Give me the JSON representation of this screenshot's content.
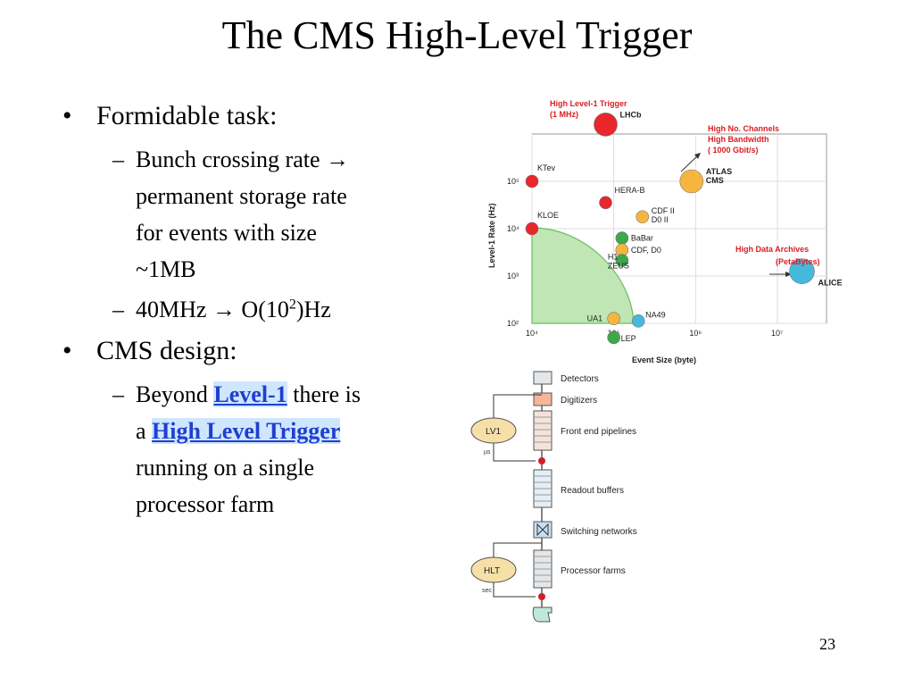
{
  "slide": {
    "title": "The CMS High-Level Trigger",
    "page_number": "23",
    "bullets": [
      {
        "text": "Formidable task:",
        "subs": [
          [
            "Bunch crossing rate →",
            "permanent storage rate",
            "for events with size",
            "~1MB"
          ],
          [
            "40MHz → O(10",
            "2",
            ")Hz"
          ]
        ]
      },
      {
        "text": "CMS design:",
        "subs": [
          [
            "Beyond ",
            "Level-1",
            " there is",
            "a ",
            "High Level Trigger",
            "running on a single",
            "processor farm"
          ]
        ]
      }
    ]
  },
  "chart_data": {
    "type": "scatter",
    "title": "",
    "xlabel": "Event Size (byte)",
    "ylabel": "Level-1  Rate (Hz)",
    "xscale": "log",
    "yscale": "log",
    "xticks": [
      "10⁴",
      "10⁵",
      "10⁶",
      "10⁷"
    ],
    "yticks": [
      "10²",
      "10³",
      "10⁴",
      "10⁵"
    ],
    "x_tick_values": [
      4,
      5,
      6,
      7
    ],
    "y_tick_values": [
      2,
      3,
      4,
      5
    ],
    "xlim_log10": [
      4,
      7.6
    ],
    "ylim_log10": [
      2,
      6
    ],
    "points": [
      {
        "label": "LHCb",
        "log_x": 4.9,
        "log_y": 6.2,
        "color": "#e8262c",
        "r": 13
      },
      {
        "label": "KTev",
        "log_x": 4.0,
        "log_y": 5.0,
        "color": "#e8262c",
        "r": 7
      },
      {
        "label": "HERA-B",
        "log_x": 4.9,
        "log_y": 4.55,
        "color": "#e8262c",
        "r": 7
      },
      {
        "label": "KLOE",
        "log_x": 4.0,
        "log_y": 4.0,
        "color": "#e8262c",
        "r": 7
      },
      {
        "label": "ATLAS\nCMS",
        "log_x": 5.95,
        "log_y": 5.0,
        "color": "#f6b63e",
        "r": 13
      },
      {
        "label": "CDF II\nD0 II",
        "log_x": 5.35,
        "log_y": 4.25,
        "color": "#f6b63e",
        "r": 7
      },
      {
        "label": "BaBar",
        "log_x": 5.1,
        "log_y": 3.8,
        "color": "#3ca84a",
        "r": 7
      },
      {
        "label": "CDF, D0",
        "log_x": 5.1,
        "log_y": 3.55,
        "color": "#f6b63e",
        "r": 7
      },
      {
        "label": "H1\nZEUS",
        "log_x": 5.1,
        "log_y": 3.33,
        "color": "#3ca84a",
        "r": 7
      },
      {
        "label": "UA1",
        "log_x": 5.0,
        "log_y": 2.1,
        "color": "#f6b63e",
        "r": 7
      },
      {
        "label": "NA49",
        "log_x": 5.3,
        "log_y": 2.05,
        "color": "#45b9dc",
        "r": 7
      },
      {
        "label": "LEP",
        "log_x": 5.0,
        "log_y": 1.7,
        "color": "#3ca84a",
        "r": 7
      },
      {
        "label": "ALICE",
        "log_x": 7.3,
        "log_y": 3.1,
        "color": "#45b9dc",
        "r": 14
      }
    ],
    "annotations": [
      {
        "text": [
          "High Level-1 Trigger",
          "(1 MHz)"
        ],
        "color": "#d81e24"
      },
      {
        "text": [
          "High No. Channels",
          "High Bandwidth",
          "( 1000 Gbit/s)"
        ],
        "color": "#d81e24"
      },
      {
        "text": [
          "High Data Archives",
          "(PetaBytes)"
        ],
        "color": "#d81e24"
      }
    ],
    "grid": true,
    "legend": "none"
  },
  "flow": {
    "stages": [
      "Detectors",
      "Digitizers",
      "Front end pipelines",
      "Readout buffers",
      "Switching networks",
      "Processor farms"
    ],
    "lv1_label": "LV1",
    "lv1_unit": "µs",
    "hlt_label": "HLT",
    "hlt_unit": "sec",
    "colors": {
      "stage": "#e4e7ea",
      "digitizer": "#f7b59a",
      "lv1": "#f7e0a8",
      "hlt": "#f7e0a8",
      "switch": "#c8dff2",
      "storage": "#bfe8dc",
      "node": "#d11f2a"
    }
  }
}
